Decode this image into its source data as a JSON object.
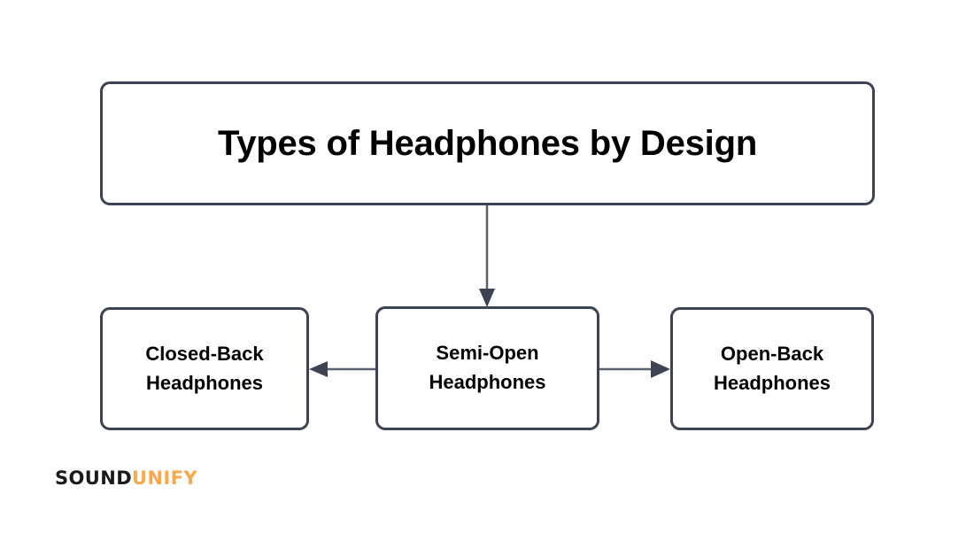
{
  "diagram": {
    "title_node": {
      "label": "Types of Headphones by Design"
    },
    "nodes": [
      {
        "id": "closed-back",
        "label": "Closed-Back\nHeadphones"
      },
      {
        "id": "semi-open",
        "label": "Semi-Open\nHeadphones"
      },
      {
        "id": "open-back",
        "label": "Open-Back\nHeadphones"
      }
    ],
    "edges": [
      {
        "from": "title",
        "to": "semi-open",
        "direction": "down",
        "arrowhead": true
      },
      {
        "from": "semi-open",
        "to": "closed-back",
        "direction": "left",
        "arrowhead": true
      },
      {
        "from": "semi-open",
        "to": "open-back",
        "direction": "right",
        "arrowhead": true
      }
    ],
    "colors": {
      "box_border": "#3d4352",
      "box_fill": "#ffffff",
      "edge_line": "#5a6070",
      "text": "#000000",
      "background": "#ffffff"
    }
  },
  "brand": {
    "part1": "SOUND",
    "part2": "UNIFY",
    "part1_color": "#1a1a1a",
    "part2_color": "#f7a94c"
  }
}
